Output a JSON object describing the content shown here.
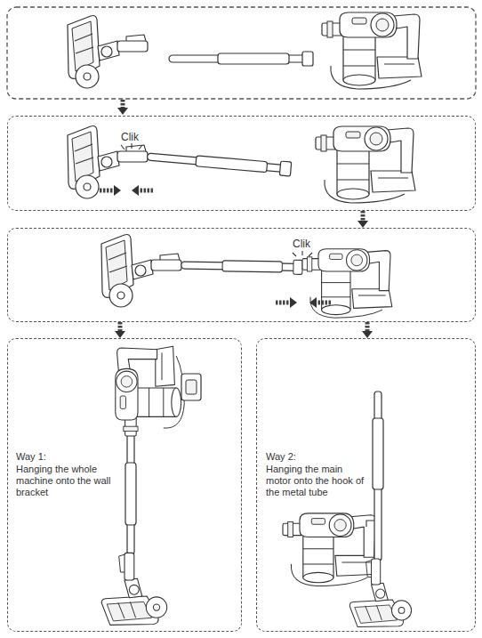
{
  "diagram": {
    "nodes": [
      {
        "text": [
          "Clik"
        ]
      },
      {
        "text": [
          "Clik"
        ]
      },
      {
        "text": [
          "Way 1:",
          "Hanging the whole machine onto the wall bracket"
        ]
      },
      {
        "text": [
          "Way 2:",
          "Hanging the main motor onto the hook of the metal tube"
        ]
      }
    ],
    "edges": [
      {
        "from": 0,
        "to": 1,
        "arrow": "to"
      },
      {
        "from": 1,
        "to": 2,
        "arrow": "to"
      },
      {
        "from": 1,
        "to": 3,
        "arrow": "to"
      }
    ]
  }
}
